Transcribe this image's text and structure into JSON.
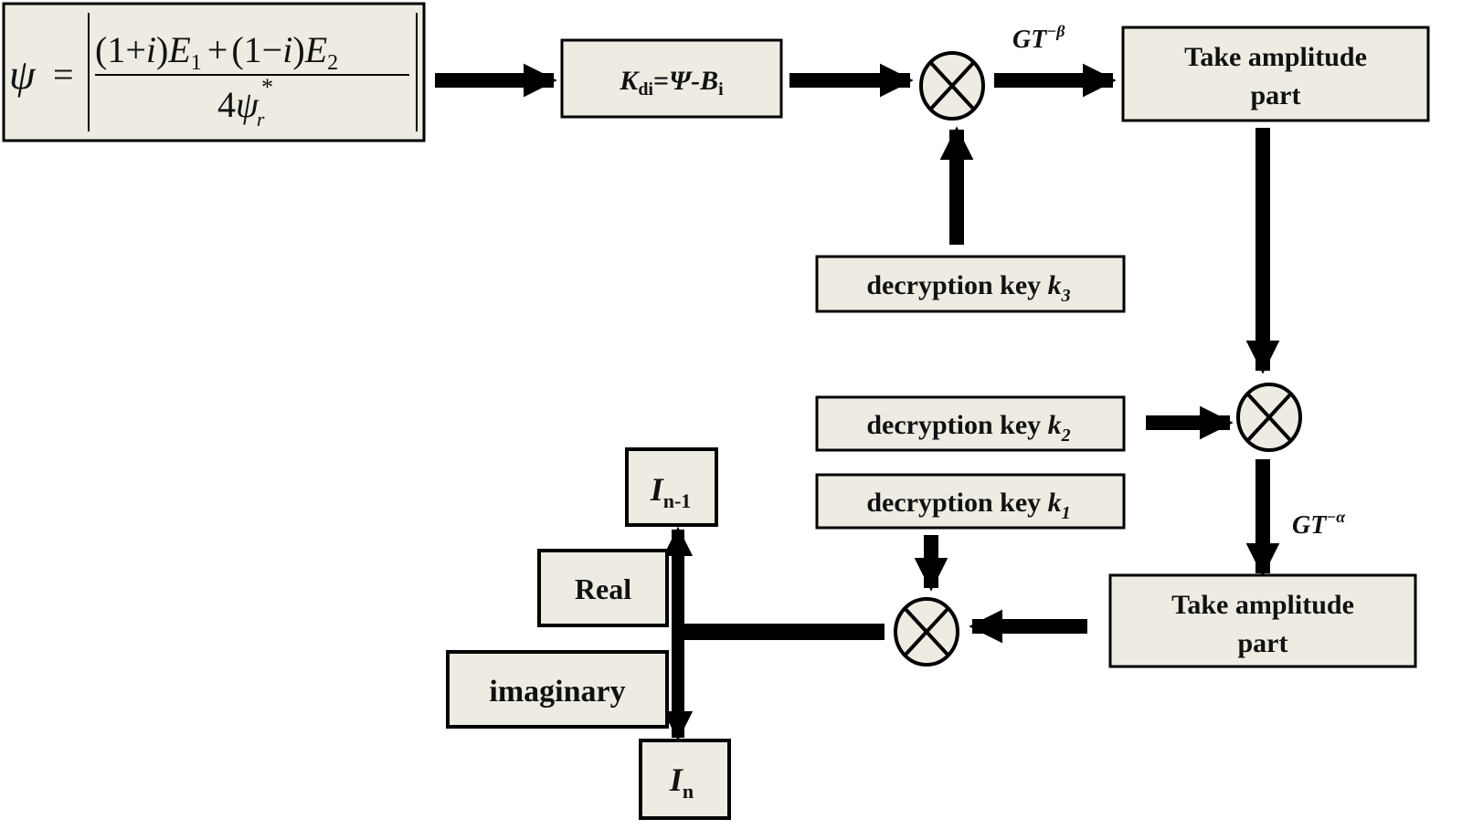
{
  "diagram": {
    "title": "Decryption flow diagram",
    "formula": {
      "lhs": "ψ",
      "equals": "=",
      "numerator_part1": "(1+",
      "numerator_i1": "i",
      "numerator_part2": ")",
      "numerator_E": "E",
      "numerator_E_sub1": "1",
      "numerator_plus": "+",
      "numerator_part3": "(1−",
      "numerator_i2": "i",
      "numerator_part4": ")",
      "numerator_E2": "E",
      "numerator_E_sub2": "2",
      "denominator_coef": "4",
      "denominator_psi": "ψ",
      "denominator_sub": "r",
      "denominator_sup": "*"
    },
    "kdi_box": {
      "K": "K",
      "K_sub": "di",
      "eq": "=",
      "Psi": "Ψ",
      "minus": "-",
      "B": "B",
      "B_sub": "i"
    },
    "gt_beta": {
      "base": "GT",
      "sup": "−β"
    },
    "gt_alpha": {
      "base": "GT",
      "sup": "−α"
    },
    "amplitude_box_top": {
      "line1": "Take amplitude",
      "line2": "part"
    },
    "amplitude_box_bottom": {
      "line1": "Take amplitude",
      "line2": "part"
    },
    "key3": {
      "text": "decryption key ",
      "var": "k",
      "sub": "3"
    },
    "key2": {
      "text": "decryption key ",
      "var": "k",
      "sub": "2"
    },
    "key1": {
      "text": "decryption key ",
      "var": "k",
      "sub": "1"
    },
    "real_label": "Real",
    "imaginary_label": "imaginary",
    "out_prev": {
      "var": "I",
      "sub": "n-1"
    },
    "out_curr": {
      "var": "I",
      "sub": "n"
    },
    "multiplier_symbol": "⊗",
    "colors": {
      "box_fill": "#eeebe3",
      "stroke": "#000000",
      "background": "#ffffff"
    }
  }
}
